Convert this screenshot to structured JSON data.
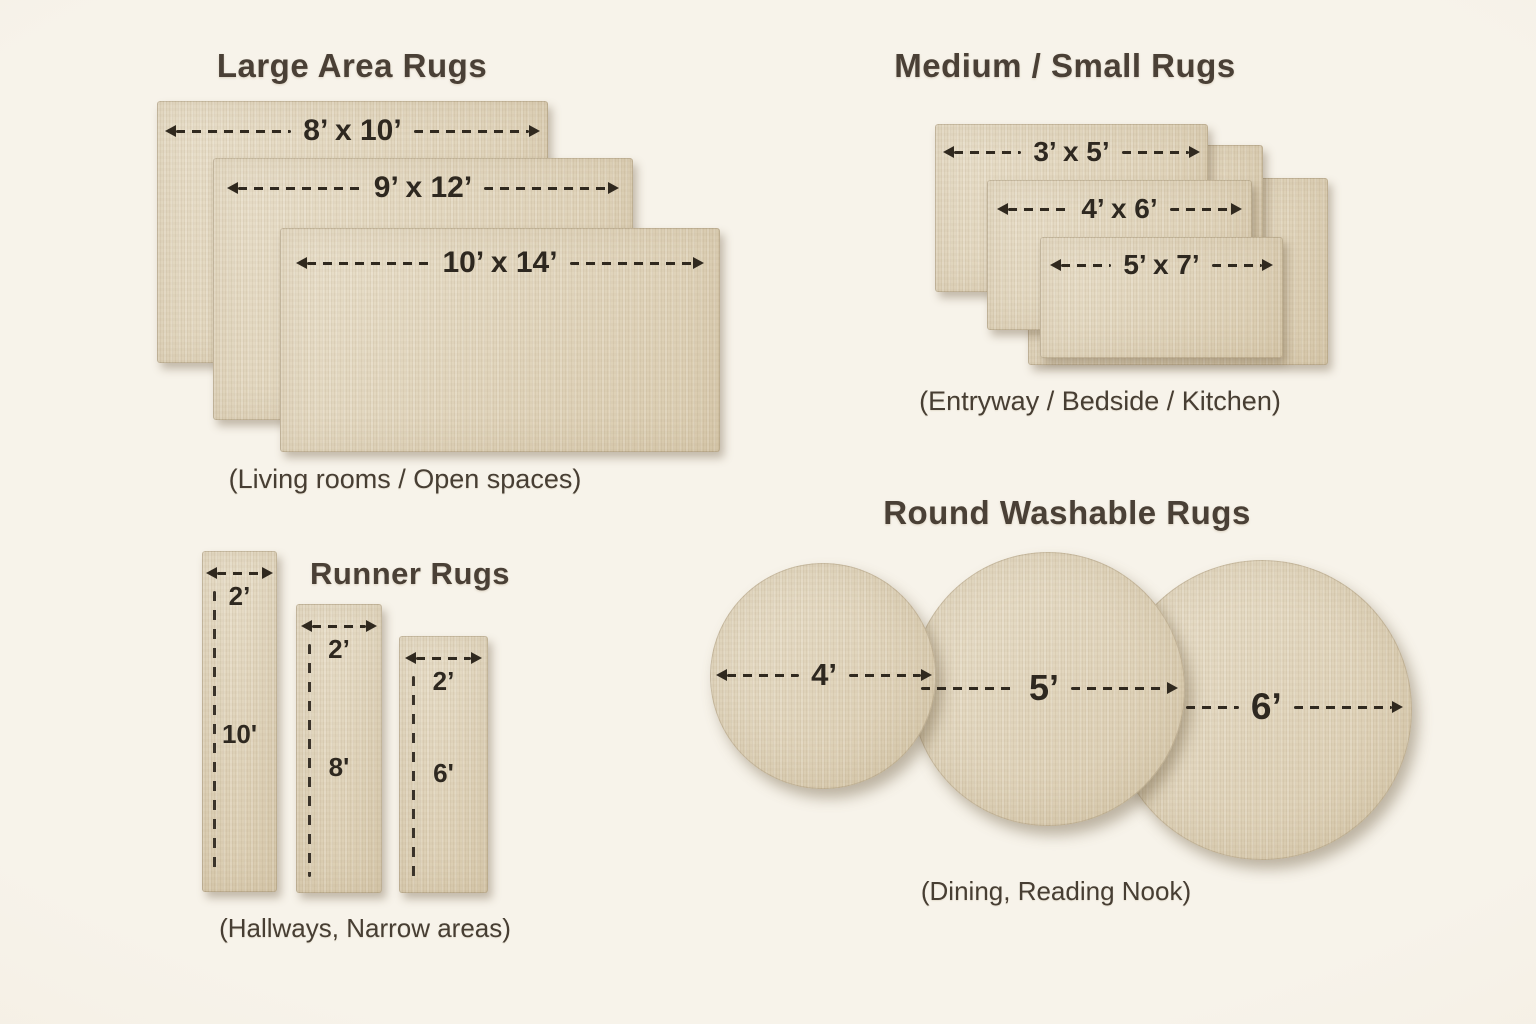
{
  "sections": {
    "large": {
      "title": "Large Area Rugs",
      "caption": "(Living rooms / Open spaces)",
      "rugs": [
        {
          "label": "8’ x 10’"
        },
        {
          "label": "9’ x 12’"
        },
        {
          "label": "10’ x 14’"
        }
      ]
    },
    "medium": {
      "title": "Medium / Small Rugs",
      "caption": "(Entryway / Bedside / Kitchen)",
      "rugs": [
        {
          "label": "3’ x 5’"
        },
        {
          "label": "4’ x 6’"
        },
        {
          "label": "5’ x 7’"
        }
      ]
    },
    "runner": {
      "title": "Runner Rugs",
      "caption": "(Hallways, Narrow areas)",
      "rugs": [
        {
          "width_label": "2’",
          "length_label": "10'"
        },
        {
          "width_label": "2’",
          "length_label": "8'"
        },
        {
          "width_label": "2’",
          "length_label": "6'"
        }
      ]
    },
    "round": {
      "title": "Round Washable Rugs",
      "caption": "(Dining, Reading Nook)",
      "rugs": [
        {
          "label": "4’"
        },
        {
          "label": "5’"
        },
        {
          "label": "6’"
        }
      ]
    }
  },
  "colors": {
    "background": "#f5f1e8",
    "rug_fill": "#e3d7bd",
    "arrow": "#30291f",
    "title_text": "#4a4036",
    "caption_text": "#473e33"
  }
}
